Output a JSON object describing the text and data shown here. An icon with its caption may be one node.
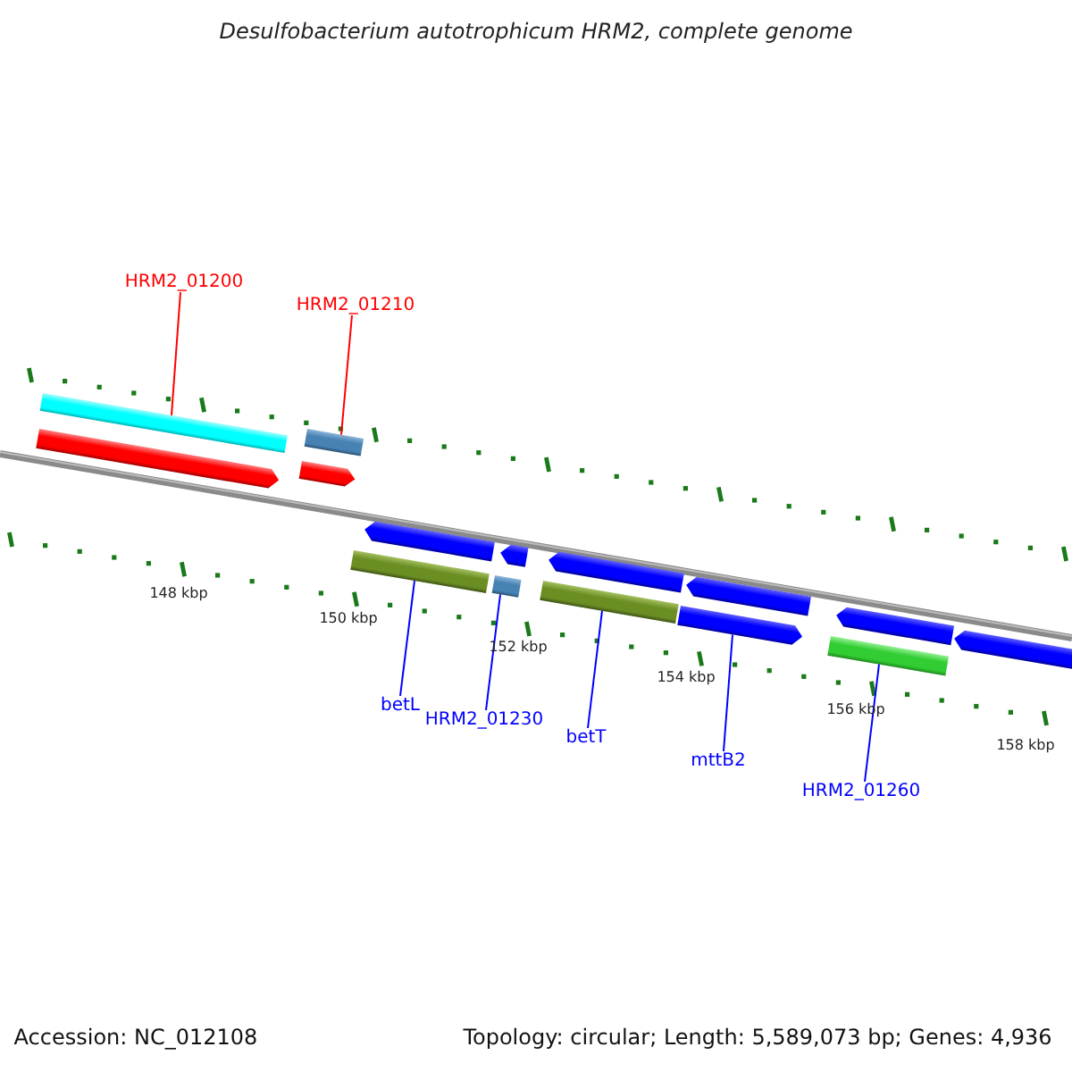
{
  "diagram": {
    "title": "Desulfobacterium autotrophicum HRM2, complete genome",
    "nodes": [
      {
        "text": [
          "HRM2_01200"
        ]
      },
      {
        "text": [
          "HRM2_01210"
        ]
      },
      {
        "text": [],
        "shape": "bar"
      },
      {
        "text": [],
        "shape": "bar"
      },
      {
        "text": [
          "betL"
        ]
      },
      {
        "text": [
          "HRM2_01230"
        ]
      },
      {
        "text": [
          "betT"
        ]
      },
      {
        "text": [
          "mttB2"
        ]
      },
      {
        "text": [
          "HRM2_01260"
        ]
      },
      {
        "text": [],
        "shape": "bar"
      },
      {
        "text": [],
        "shape": "bar"
      },
      {
        "text": [],
        "shape": "bar"
      },
      {
        "text": [],
        "shape": "bar"
      },
      {
        "text": [],
        "shape": "bar"
      }
    ],
    "edges": [
      {
        "from": 0,
        "to": 2,
        "arrow": "none",
        "color": "#ff0000"
      },
      {
        "from": 1,
        "to": 3,
        "arrow": "none",
        "color": "#ff0000"
      },
      {
        "from": 4,
        "to": 9,
        "arrow": "none"
      },
      {
        "from": 5,
        "to": 10,
        "arrow": "none"
      },
      {
        "from": 6,
        "to": 11,
        "arrow": "none"
      },
      {
        "from": 7,
        "to": 12,
        "arrow": "none"
      },
      {
        "from": 8,
        "to": 13,
        "arrow": "none"
      }
    ],
    "labels": [
      "148 kbp",
      "150 kbp",
      "152 kbp",
      "154 kbp",
      "156 kbp",
      "158 kbp",
      "Accession: NC_012108",
      "Topology: circular; Length: 5,589,073 bp; Genes: 4,936"
    ]
  }
}
